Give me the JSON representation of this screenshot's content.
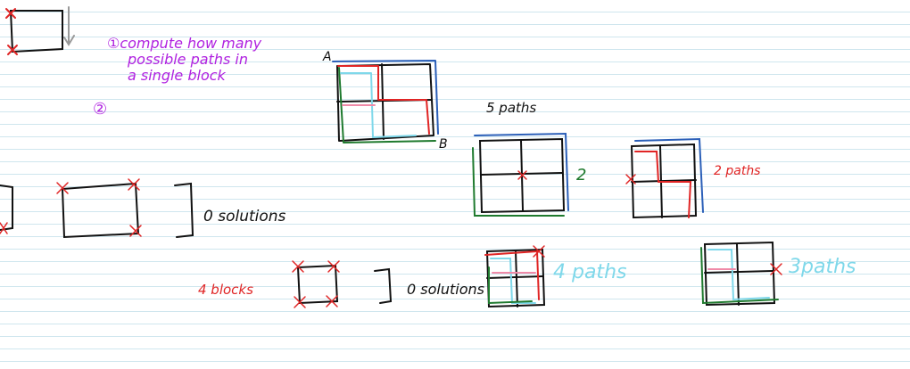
{
  "colors": {
    "ink": "#111111",
    "purple": "#b022e0",
    "red": "#e02525",
    "green": "#1f7a2e",
    "blue": "#2b5fb8",
    "cyan": "#7fd8ea",
    "pink": "#f08aa8",
    "rule": "#cfe6ee"
  },
  "notes": {
    "step1_line1": "①compute how many",
    "step1_line2": "possible paths in",
    "step1_line3": "a single block",
    "step2_marker": "②",
    "label_a": "A",
    "label_b": "B",
    "five_paths": "5 paths",
    "green_two": "2",
    "two_paths": "2 paths",
    "zero_solutions_1": "0 solutions",
    "four_blocks": "4 blocks",
    "zero_solutions_2": "0 solutions",
    "four_paths": "4 paths",
    "three_paths": "3paths"
  }
}
